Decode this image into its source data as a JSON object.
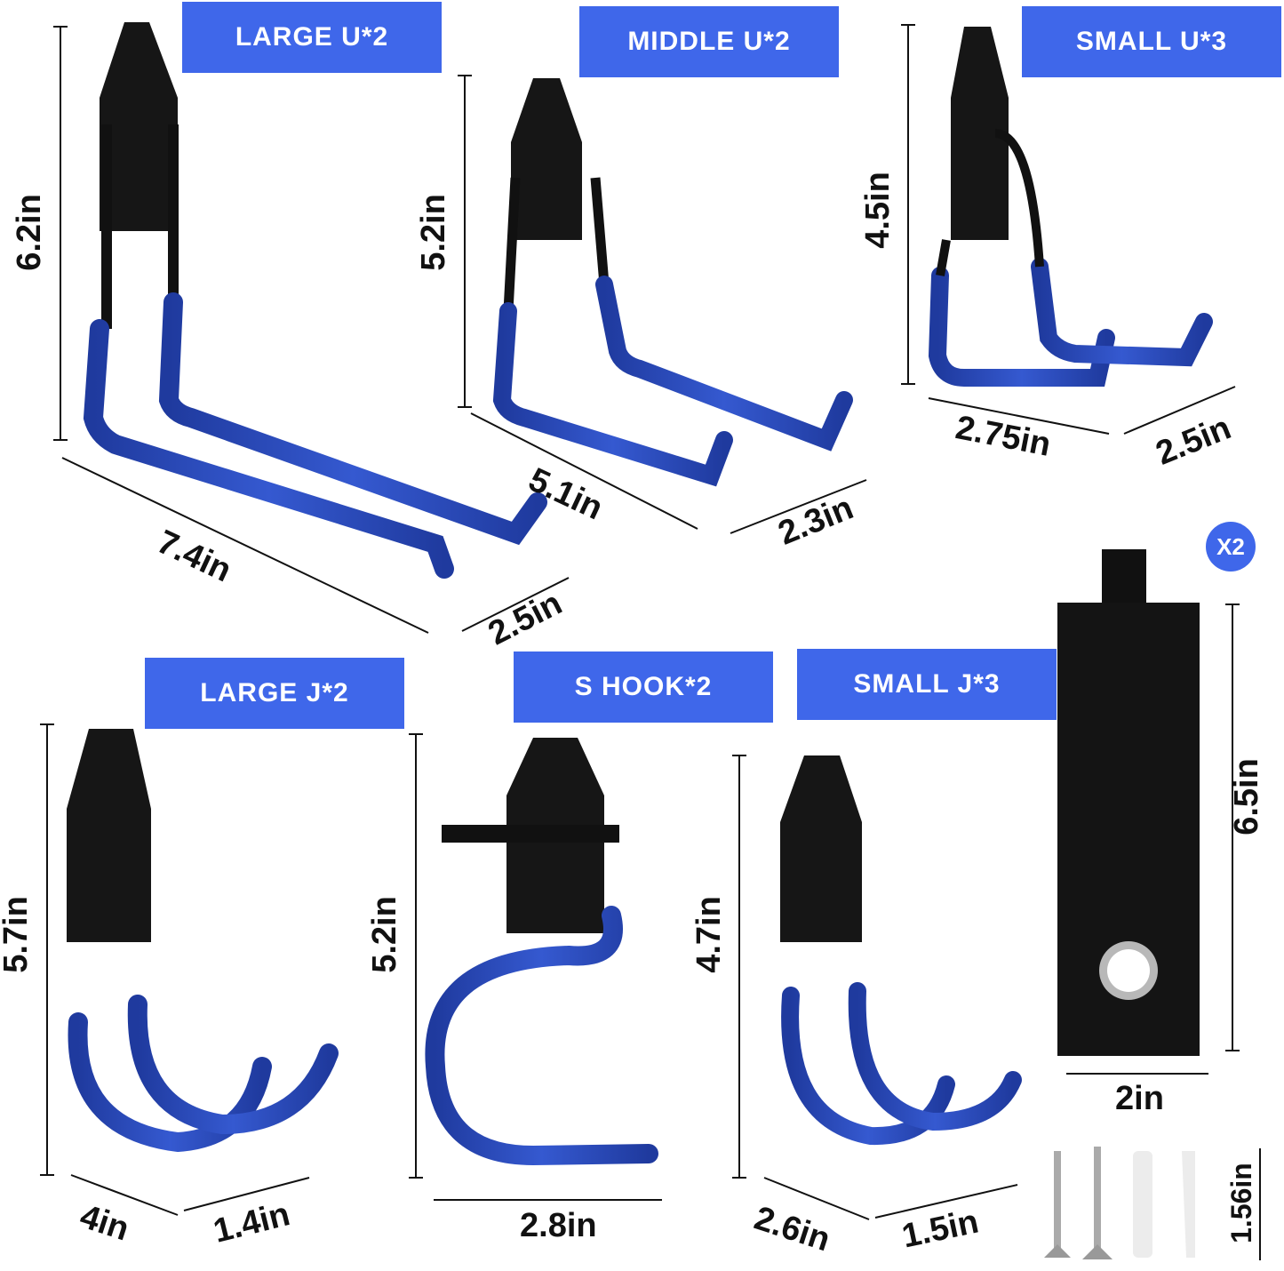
{
  "products": [
    {
      "label": "LARGE U*2",
      "dims": {
        "height": "6.2in",
        "length": "7.4in",
        "width": "2.5in"
      }
    },
    {
      "label": "MIDDLE U*2",
      "dims": {
        "height": "5.2in",
        "length": "5.1in",
        "width": "2.3in"
      }
    },
    {
      "label": "SMALL U*3",
      "dims": {
        "height": "4.5in",
        "length": "2.75in",
        "width": "2.5in"
      }
    },
    {
      "label": "LARGE J*2",
      "dims": {
        "height": "5.7in",
        "length": "4in",
        "width": "1.4in"
      }
    },
    {
      "label": "S HOOK*2",
      "dims": {
        "height": "5.2in",
        "width": "2.8in"
      }
    },
    {
      "label": "SMALL J*3",
      "dims": {
        "height": "4.7in",
        "length": "2.6in",
        "width": "1.5in"
      }
    },
    {
      "label": "",
      "badge": "X2",
      "dims": {
        "height": "6.5in",
        "width": "2in"
      }
    }
  ],
  "hardware": {
    "height": "1.56in"
  },
  "colors": {
    "label_bg": "#3f67ea",
    "hook_blue": "#2c4fb8",
    "hook_black": "#1a1a1a"
  }
}
